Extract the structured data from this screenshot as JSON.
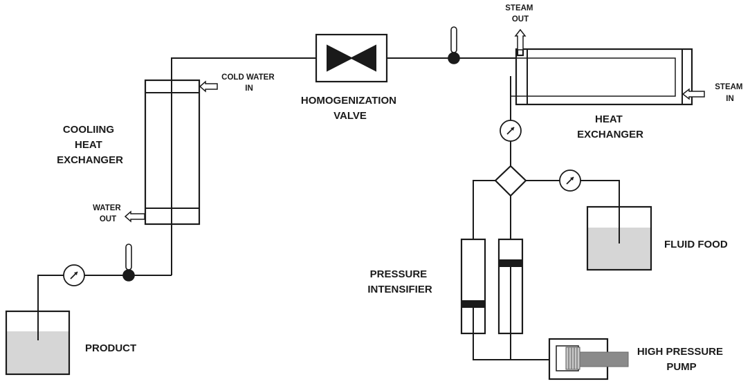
{
  "labels": {
    "homogenization_valve": [
      "HOMOGENIZATION",
      "VALVE"
    ],
    "cooling_heat_exchanger": [
      "COOLIING",
      "HEAT",
      "EXCHANGER"
    ],
    "cold_water_in": [
      "COLD WATER",
      "IN"
    ],
    "water_out": [
      "WATER",
      "OUT"
    ],
    "product": "PRODUCT",
    "steam_out": [
      "STEAM",
      "OUT"
    ],
    "steam_in": [
      "STEAM",
      "IN"
    ],
    "heat_exchanger": [
      "HEAT",
      "EXCHANGER"
    ],
    "fluid_food": "FLUID FOOD",
    "pressure_intensifier": [
      "PRESSURE",
      "INTENSIFIER"
    ],
    "high_pressure_pump": [
      "HIGH PRESSURE",
      "PUMP"
    ]
  },
  "icons": {
    "valve": "bowtie-valve-icon",
    "thermometer": "thermometer-icon",
    "pressure_gauge": "pressure-gauge-icon",
    "distribution_valve": "diamond-valve-icon",
    "flow_arrow": "hollow-arrow-icon"
  },
  "colors": {
    "line": "#1a1a1a",
    "liquid": "#d6d6d6",
    "pump_piston": "#8a8a8a",
    "pump_core": "#c8c8c8"
  }
}
